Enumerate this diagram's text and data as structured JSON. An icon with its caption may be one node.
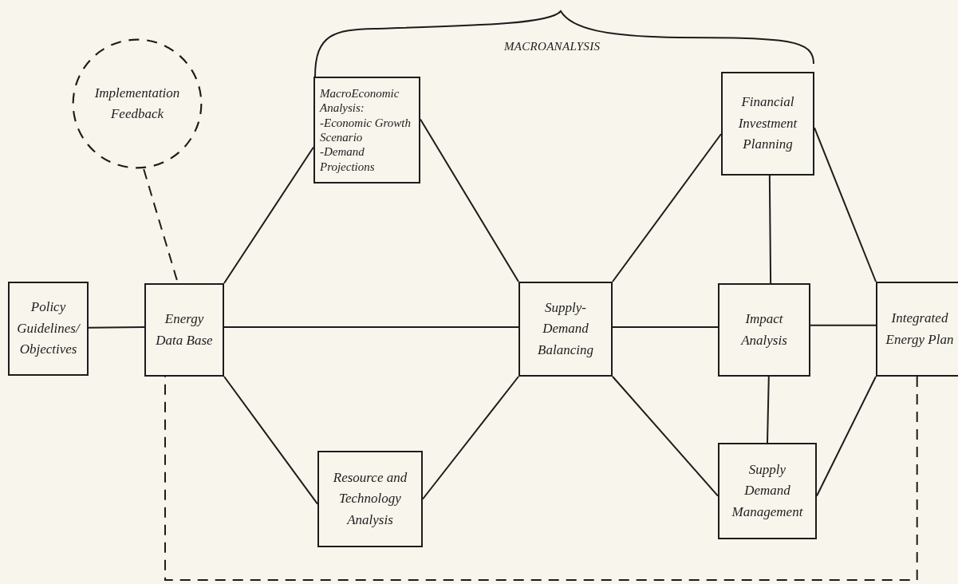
{
  "diagram": {
    "nodes": [
      {
        "text": [
          "Implementation Feedback"
        ]
      },
      {
        "text": [
          "MacroEconomic Analysis:",
          "-Economic Growth Scenario",
          "-Demand Projections"
        ]
      },
      {
        "text": [
          "Financial Investment Planning"
        ]
      },
      {
        "text": [
          "Policy Guidelines/ Objectives"
        ]
      },
      {
        "text": [
          "Energy Data Base"
        ]
      },
      {
        "text": [
          "Supply- Demand Balancing"
        ]
      },
      {
        "text": [
          "Impact Analysis"
        ]
      },
      {
        "text": [
          "Integrated Energy Plan"
        ]
      },
      {
        "text": [
          "Resource and Technology Analysis"
        ]
      },
      {
        "text": [
          "Supply Demand Management"
        ]
      }
    ],
    "edges": [
      {
        "from": 3,
        "to": 4,
        "arrow": "none"
      },
      {
        "from": 4,
        "to": 5,
        "arrow": "none"
      },
      {
        "from": 5,
        "to": 6,
        "arrow": "none"
      },
      {
        "from": 6,
        "to": 7,
        "arrow": "none"
      },
      {
        "from": 4,
        "to": 1,
        "arrow": "none"
      },
      {
        "from": 1,
        "to": 5,
        "arrow": "none"
      },
      {
        "from": 5,
        "to": 2,
        "arrow": "none"
      },
      {
        "from": 2,
        "to": 7,
        "arrow": "none"
      },
      {
        "from": 2,
        "to": 6,
        "arrow": "none"
      },
      {
        "from": 6,
        "to": 9,
        "arrow": "none"
      },
      {
        "from": 4,
        "to": 8,
        "arrow": "none"
      },
      {
        "from": 8,
        "to": 5,
        "arrow": "none"
      },
      {
        "from": 5,
        "to": 9,
        "arrow": "none"
      },
      {
        "from": 9,
        "to": 7,
        "arrow": "none"
      },
      {
        "from": 0,
        "to": 4,
        "arrow": "none",
        "style": "dashed"
      },
      {
        "from": 7,
        "to": 4,
        "arrow": "none",
        "style": "dashed"
      }
    ],
    "labels": [
      "MACROANALYSIS"
    ]
  }
}
